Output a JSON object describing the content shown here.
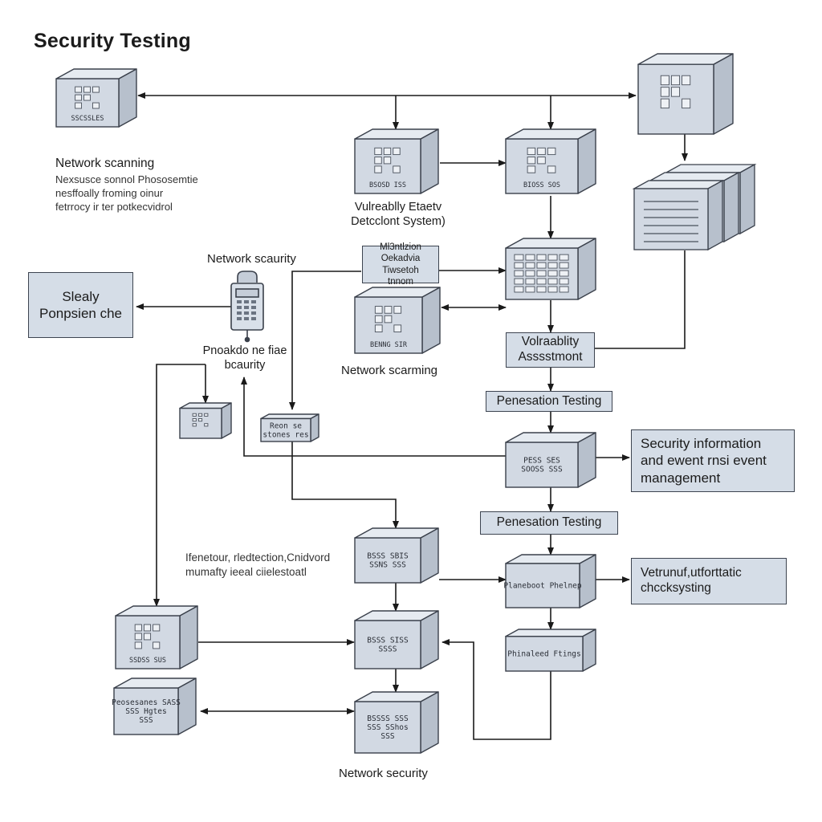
{
  "title": "Security Testing",
  "labels": {
    "network_scanning_top": "Network scanning",
    "network_scanning_desc": [
      "Nexsusce sonnol Phososemtie",
      "nesffoally froming oinur",
      "fetrrocy ir ter potkecvidrol"
    ],
    "vuln_detection": [
      "Vulreablly Etaetv",
      "Detcclont System)"
    ],
    "network_security_mid": "Network scaurity",
    "panel_security": [
      "Pnoakdo ne fiae",
      "bcaurity"
    ],
    "network_scanning_mid": "Network scarming",
    "mid_desc": [
      "Ifenetour, rledtection,Cnidvord",
      "mumafty ieeal ciielestoatl"
    ],
    "network_security_bottom": "Network security"
  },
  "boxes": {
    "steady": [
      "Slealy",
      "Ponpsien che"
    ],
    "notation": [
      "Ml3ntlzion",
      "Oekadvia Tiwsetoh",
      "tnnom"
    ],
    "vuln_assessment": [
      "Volraablity",
      "Asssstmont"
    ],
    "pen_testing_1": "Penesation Testing",
    "siem": [
      "Security information",
      "and  ewent rnsi event",
      "management"
    ],
    "pen_testing_2": "Penesation Testing",
    "vertu": [
      "Vetrunuf,utforttatic",
      "chccksysting"
    ]
  },
  "cube_labels": {
    "top_left": "SSCSSLES",
    "vuln_left": "BSOSD ISS",
    "vuln_right": "BIOSS SOS",
    "small_left": "",
    "small_mid": "Reon se stones res",
    "mid_right_stack": "",
    "netscan_mid": "BENNG SIR",
    "pen_cube": "PESS SES SOOSS SSS",
    "mid_bottom": "BSSS SBIS SSNS SSS",
    "planning": "Planeboot Phelnep",
    "left_low": "SSDSS SUS",
    "center_low": "BSSS SISS SSSS",
    "phinaleed": "Phinaleed Ftings",
    "left_bottom": "Peosesanes SASS SSS Hgtes SSS",
    "center_bottom": "BSSSS SSS SSS SShos SSS"
  },
  "colors": {
    "cube_front": "#d2d9e3",
    "cube_top": "#e6ebf1",
    "cube_side": "#b7c0cc",
    "stroke": "#3a404b",
    "box_fill": "#d5dde7"
  }
}
